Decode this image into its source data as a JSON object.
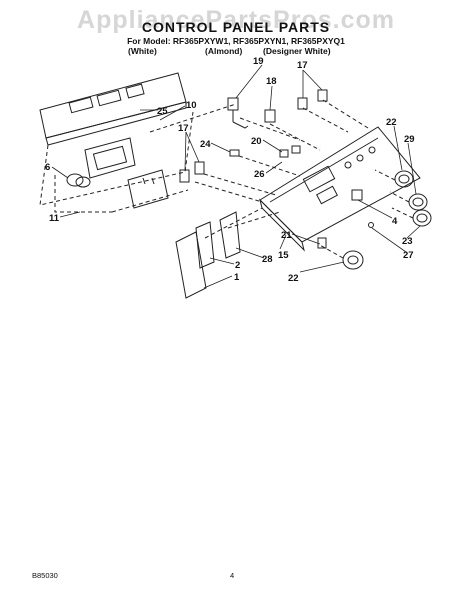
{
  "watermark": "AppliancePartsPros.com",
  "title": "CONTROL PANEL PARTS",
  "models_line": "For Model: RF365PXYW1, RF365PXYN1, RF365PXYQ1",
  "variants": [
    "(White)",
    "(Almond)",
    "(Designer White)"
  ],
  "footer_code": "B85030",
  "page_number": "4",
  "callouts": [
    "19",
    "18",
    "17",
    "25",
    "10",
    "22",
    "29",
    "17",
    "24",
    "20",
    "6",
    "26",
    "4",
    "11",
    "21",
    "23",
    "27",
    "2",
    "28",
    "15",
    "1",
    "22"
  ]
}
